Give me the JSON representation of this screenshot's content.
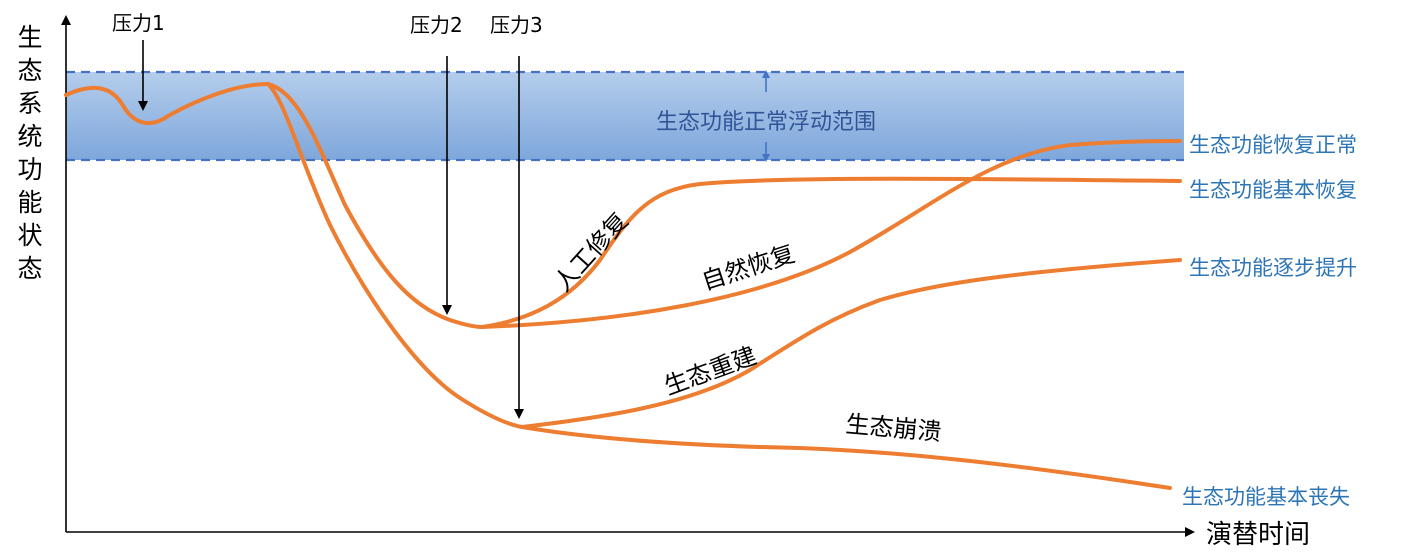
{
  "diagram": {
    "y_axis_label": "生态系统功能状态",
    "x_axis_label": "演替时间",
    "band_label": "生态功能正常浮动范围",
    "pressures": [
      {
        "id": "p1",
        "label": "压力1"
      },
      {
        "id": "p2",
        "label": "压力2"
      },
      {
        "id": "p3",
        "label": "压力3"
      }
    ],
    "curve_labels": {
      "artificial_repair": "人工修复",
      "natural_recovery": "自然恢复",
      "eco_rebuild": "生态重建",
      "eco_collapse": "生态崩溃"
    },
    "outcomes": {
      "normal": "生态功能恢复正常",
      "basic": "生态功能基本恢复",
      "gradual": "生态功能逐步提升",
      "lost": "生态功能基本丧失"
    },
    "colors": {
      "curve": "#ED7D31",
      "band_top": "#B4CDEB",
      "band_bottom": "#7EA7DC",
      "band_border": "#4472C4",
      "outcome_text": "#2E75B6"
    }
  }
}
